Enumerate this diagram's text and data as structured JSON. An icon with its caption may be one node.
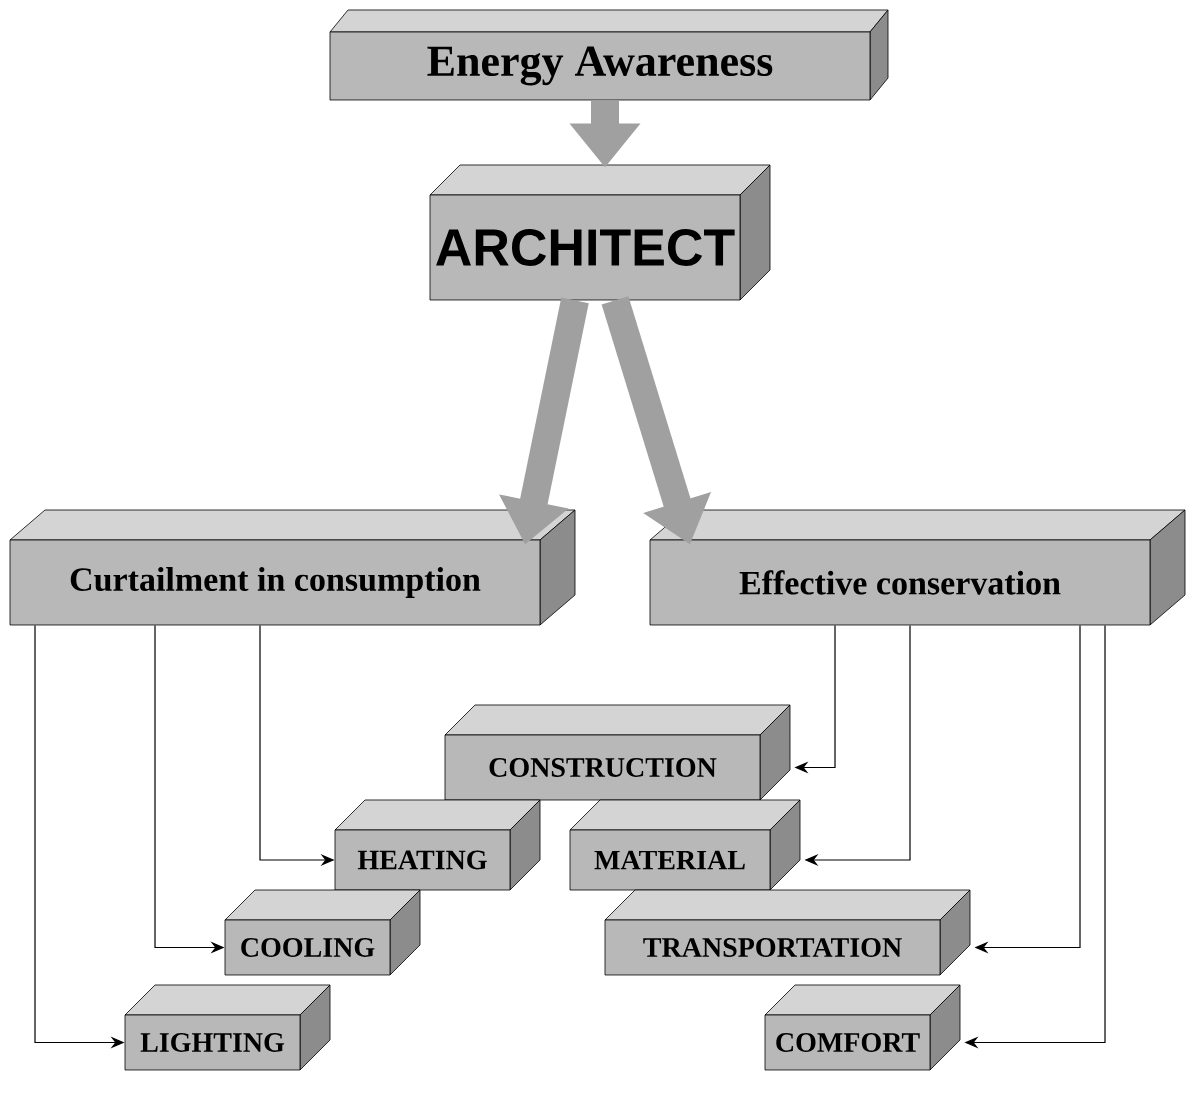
{
  "diagram": {
    "nodes": [
      {
        "text": [
          "Energy Awareness"
        ]
      },
      {
        "text": [
          "ARCHITECT"
        ]
      },
      {
        "text": [
          "Curtailment in consumption"
        ]
      },
      {
        "text": [
          "Effective conservation"
        ]
      },
      {
        "text": [
          "CONSTRUCTION"
        ]
      },
      {
        "text": [
          "HEATING"
        ]
      },
      {
        "text": [
          "MATERIAL"
        ]
      },
      {
        "text": [
          "COOLING"
        ]
      },
      {
        "text": [
          "TRANSPORTATION"
        ]
      },
      {
        "text": [
          "LIGHTING"
        ]
      },
      {
        "text": [
          "COMFORT"
        ]
      }
    ],
    "edges": [
      {
        "from": 0,
        "to": 1,
        "arrow": "to",
        "style": "thick",
        "color": "#a0a0a0"
      },
      {
        "from": 1,
        "to": 2,
        "arrow": "to",
        "style": "thick",
        "color": "#a0a0a0"
      },
      {
        "from": 1,
        "to": 3,
        "arrow": "to",
        "style": "thick",
        "color": "#a0a0a0"
      },
      {
        "from": 2,
        "to": 5,
        "arrow": "to"
      },
      {
        "from": 2,
        "to": 7,
        "arrow": "to"
      },
      {
        "from": 2,
        "to": 9,
        "arrow": "to"
      },
      {
        "from": 3,
        "to": 4,
        "arrow": "to"
      },
      {
        "from": 3,
        "to": 6,
        "arrow": "to"
      },
      {
        "from": 3,
        "to": 8,
        "arrow": "to"
      },
      {
        "from": 3,
        "to": 10,
        "arrow": "to"
      }
    ]
  }
}
